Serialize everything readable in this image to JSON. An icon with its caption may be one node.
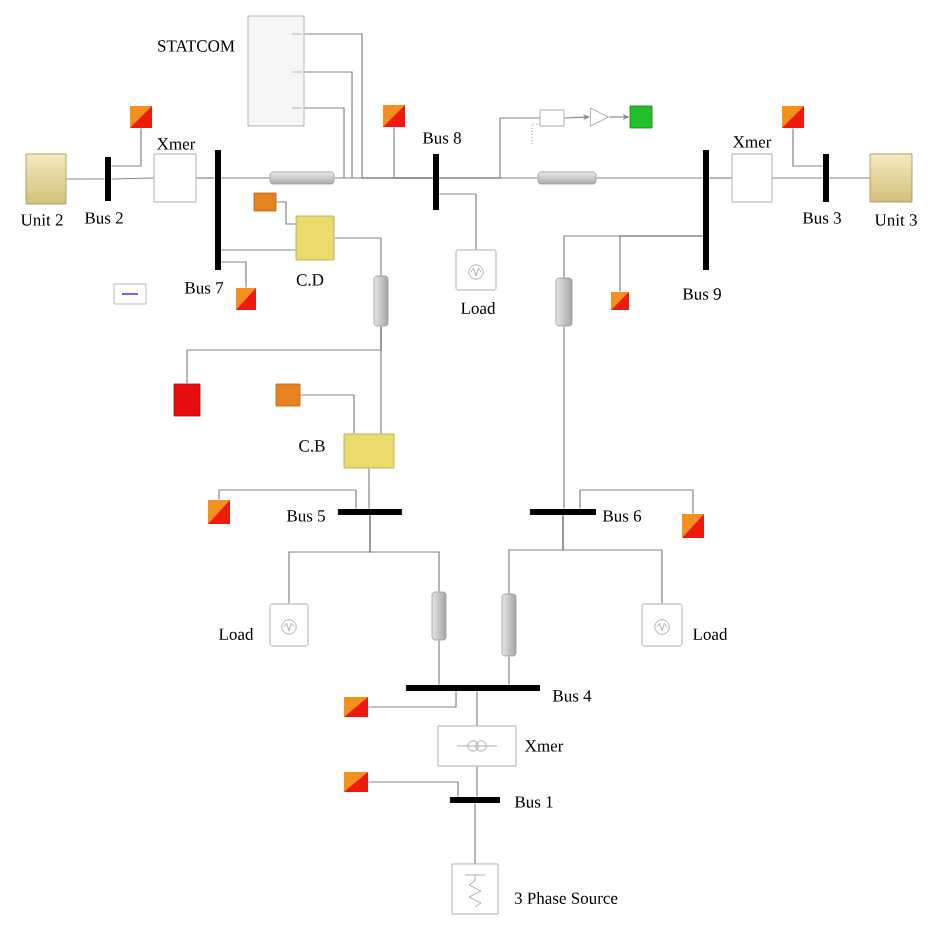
{
  "diagram": {
    "nodes": [
      {
        "text": [
          "STATCOM"
        ]
      },
      {
        "text": [],
        "shape": "box"
      },
      {
        "text": [],
        "shape": "box"
      },
      {
        "text": [],
        "shape": "box"
      },
      {
        "text": [],
        "shape": "triangle"
      },
      {
        "text": [],
        "shape": "box"
      },
      {
        "text": [],
        "shape": "box"
      },
      {
        "text": [
          "Unit 2"
        ]
      },
      {
        "text": [
          "Bus 2"
        ]
      },
      {
        "text": [
          "Xmer"
        ]
      },
      {
        "text": [
          "Bus 7"
        ]
      },
      {
        "text": [],
        "shape": "cylinder"
      },
      {
        "text": [
          "Bus 8"
        ]
      },
      {
        "text": [],
        "shape": "cylinder"
      },
      {
        "text": [
          "Bus 9"
        ]
      },
      {
        "text": [
          "Xmer"
        ]
      },
      {
        "text": [
          "Bus 3"
        ]
      },
      {
        "text": [
          "Unit 3"
        ]
      },
      {
        "text": [],
        "shape": "box"
      },
      {
        "text": [
          "C.D"
        ]
      },
      {
        "text": [
          "Load"
        ]
      },
      {
        "text": [],
        "shape": "box"
      },
      {
        "text": [],
        "shape": "box"
      },
      {
        "text": [],
        "shape": "cylinder"
      },
      {
        "text": [],
        "shape": "cylinder"
      },
      {
        "text": [],
        "shape": "box"
      },
      {
        "text": [],
        "shape": "box"
      },
      {
        "text": [],
        "shape": "box"
      },
      {
        "text": [
          "C.B"
        ]
      },
      {
        "text": [],
        "shape": "box"
      },
      {
        "text": [
          "Bus 5"
        ]
      },
      {
        "text": [
          "Bus 6"
        ]
      },
      {
        "text": [],
        "shape": "box"
      },
      {
        "text": [],
        "shape": "cylinder"
      },
      {
        "text": [],
        "shape": "cylinder"
      },
      {
        "text": [
          "Load"
        ]
      },
      {
        "text": [
          "Load"
        ]
      },
      {
        "text": [
          "Bus 4"
        ]
      },
      {
        "text": [],
        "shape": "box"
      },
      {
        "text": [
          "Xmer"
        ]
      },
      {
        "text": [],
        "shape": "box"
      },
      {
        "text": [
          "Bus 1"
        ]
      },
      {
        "text": [
          "3 Phase Source"
        ]
      }
    ],
    "edges": [
      {
        "from": 7,
        "to": 8,
        "arrow": "none"
      },
      {
        "from": 8,
        "to": 9,
        "arrow": "none"
      },
      {
        "from": 1,
        "to": 8,
        "arrow": "none"
      },
      {
        "from": 9,
        "to": 10,
        "arrow": "none"
      },
      {
        "from": 10,
        "to": 11,
        "arrow": "none"
      },
      {
        "from": 11,
        "to": 12,
        "arrow": "none"
      },
      {
        "from": 0,
        "to": 12,
        "arrow": "none"
      },
      {
        "from": 2,
        "to": 12,
        "arrow": "none"
      },
      {
        "from": 12,
        "to": 13,
        "arrow": "none"
      },
      {
        "from": 12,
        "to": 3,
        "arrow": "none"
      },
      {
        "from": 3,
        "to": 4,
        "arrow": "to"
      },
      {
        "from": 4,
        "to": 5,
        "arrow": "to"
      },
      {
        "from": 12,
        "to": 20,
        "arrow": "none"
      },
      {
        "from": 13,
        "to": 14,
        "arrow": "none"
      },
      {
        "from": 14,
        "to": 15,
        "arrow": "none"
      },
      {
        "from": 15,
        "to": 16,
        "arrow": "none"
      },
      {
        "from": 6,
        "to": 16,
        "arrow": "none"
      },
      {
        "from": 16,
        "to": 17,
        "arrow": "none"
      },
      {
        "from": 18,
        "to": 19,
        "arrow": "none"
      },
      {
        "from": 10,
        "to": 19,
        "arrow": "none"
      },
      {
        "from": 21,
        "to": 10,
        "arrow": "none"
      },
      {
        "from": 19,
        "to": 23,
        "arrow": "none"
      },
      {
        "from": 14,
        "to": 24,
        "arrow": "none"
      },
      {
        "from": 25,
        "to": 14,
        "arrow": "none"
      },
      {
        "from": 23,
        "to": 28,
        "arrow": "none"
      },
      {
        "from": 23,
        "to": 26,
        "arrow": "none"
      },
      {
        "from": 27,
        "to": 28,
        "arrow": "none"
      },
      {
        "from": 28,
        "to": 30,
        "arrow": "none"
      },
      {
        "from": 29,
        "to": 30,
        "arrow": "none"
      },
      {
        "from": 24,
        "to": 31,
        "arrow": "none"
      },
      {
        "from": 32,
        "to": 31,
        "arrow": "none"
      },
      {
        "from": 30,
        "to": 35,
        "arrow": "none"
      },
      {
        "from": 30,
        "to": 33,
        "arrow": "none"
      },
      {
        "from": 31,
        "to": 34,
        "arrow": "none"
      },
      {
        "from": 31,
        "to": 36,
        "arrow": "none"
      },
      {
        "from": 33,
        "to": 37,
        "arrow": "none"
      },
      {
        "from": 34,
        "to": 37,
        "arrow": "none"
      },
      {
        "from": 37,
        "to": 39,
        "arrow": "none"
      },
      {
        "from": 38,
        "to": 37,
        "arrow": "none"
      },
      {
        "from": 39,
        "to": 41,
        "arrow": "none"
      },
      {
        "from": 40,
        "to": 41,
        "arrow": "none"
      },
      {
        "from": 41,
        "to": 42,
        "arrow": "none"
      }
    ]
  }
}
